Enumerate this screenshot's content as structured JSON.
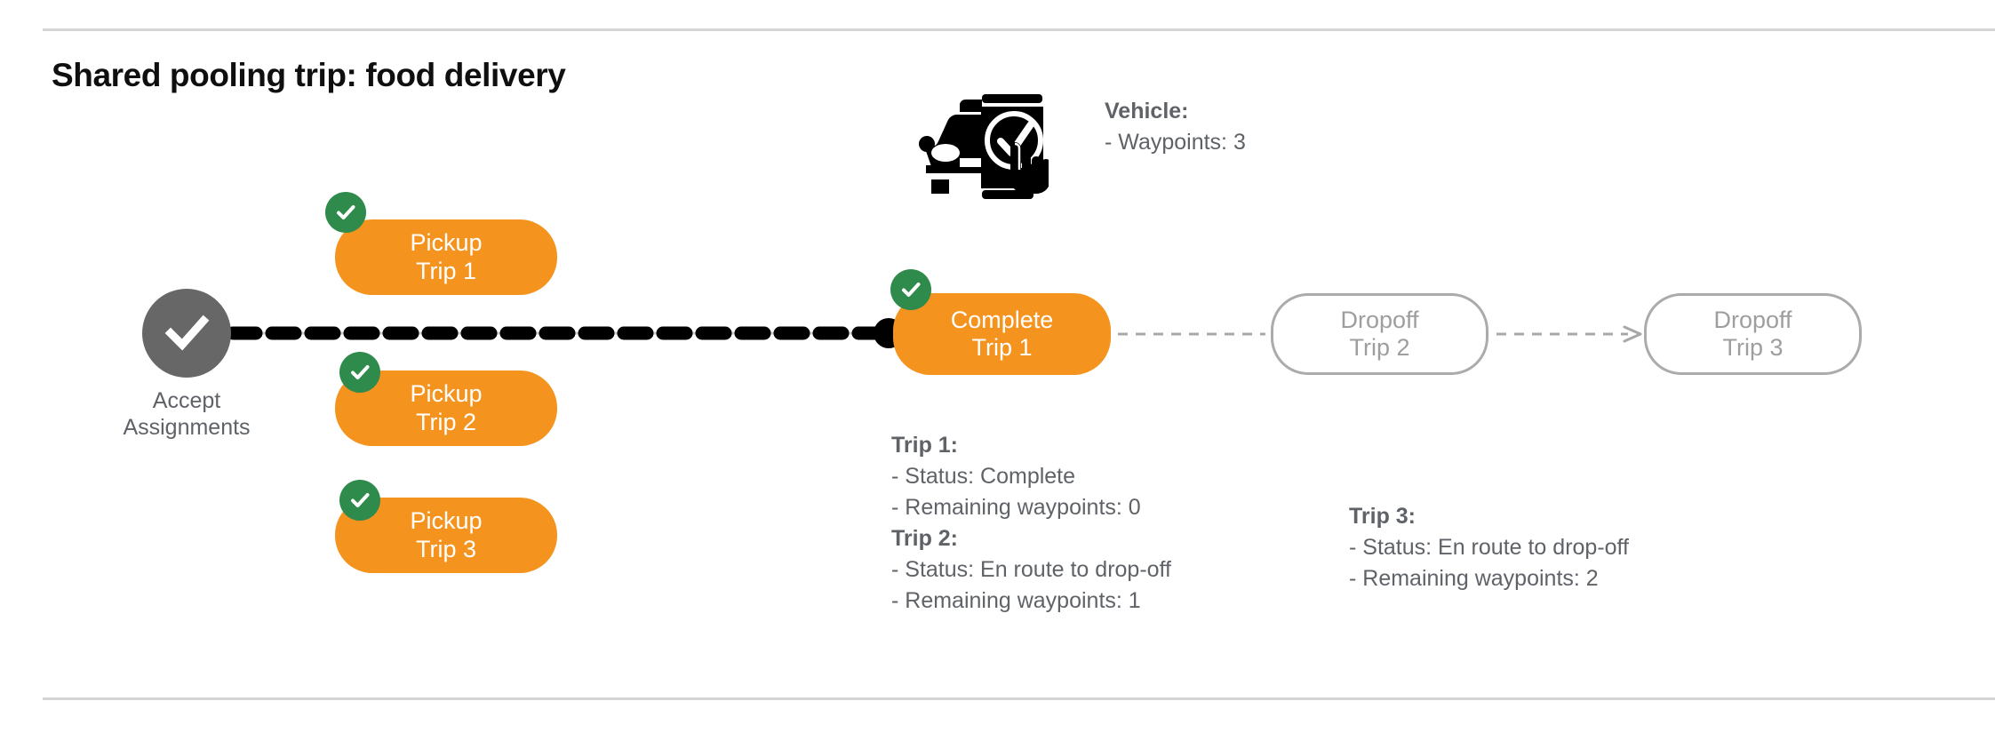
{
  "page": {
    "title": "Shared pooling trip: food delivery",
    "background": "#ffffff",
    "divider_color": "#d5d5d5"
  },
  "colors": {
    "accent_orange": "#F4941F",
    "check_green": "#2E8B4B",
    "node_gray": "#676767",
    "outline_gray": "#ababab",
    "text_gray": "#5f6368",
    "title_black": "#0f0f0f"
  },
  "flow": {
    "start_node": {
      "icon": "check-circle-icon",
      "label_line1": "Accept",
      "label_line2": "Assignments"
    },
    "pickup_nodes": [
      {
        "line1": "Pickup",
        "line2": "Trip 1",
        "completed": true
      },
      {
        "line1": "Pickup",
        "line2": "Trip 2",
        "completed": true
      },
      {
        "line1": "Pickup",
        "line2": "Trip 3",
        "completed": true
      }
    ],
    "complete_node": {
      "line1": "Complete",
      "line2": "Trip 1",
      "completed": true
    },
    "dropoff_nodes": [
      {
        "line1": "Dropoff",
        "line2": "Trip 2",
        "completed": false
      },
      {
        "line1": "Dropoff",
        "line2": "Trip 3",
        "completed": false
      }
    ]
  },
  "vehicle": {
    "icon": "car-phone-check-icon",
    "heading": "Vehicle:",
    "waypoints_line": "- Waypoints: 3"
  },
  "trip_details": [
    {
      "heading": "Trip 1:",
      "status_line": "- Status:  Complete",
      "waypoints_line": "- Remaining waypoints: 0"
    },
    {
      "heading": "Trip 2:",
      "status_line": "- Status:  En route to drop-off",
      "waypoints_line": "- Remaining waypoints: 1"
    },
    {
      "heading": "Trip 3:",
      "status_line": "- Status:  En route to drop-off",
      "waypoints_line": "- Remaining waypoints: 2"
    }
  ]
}
